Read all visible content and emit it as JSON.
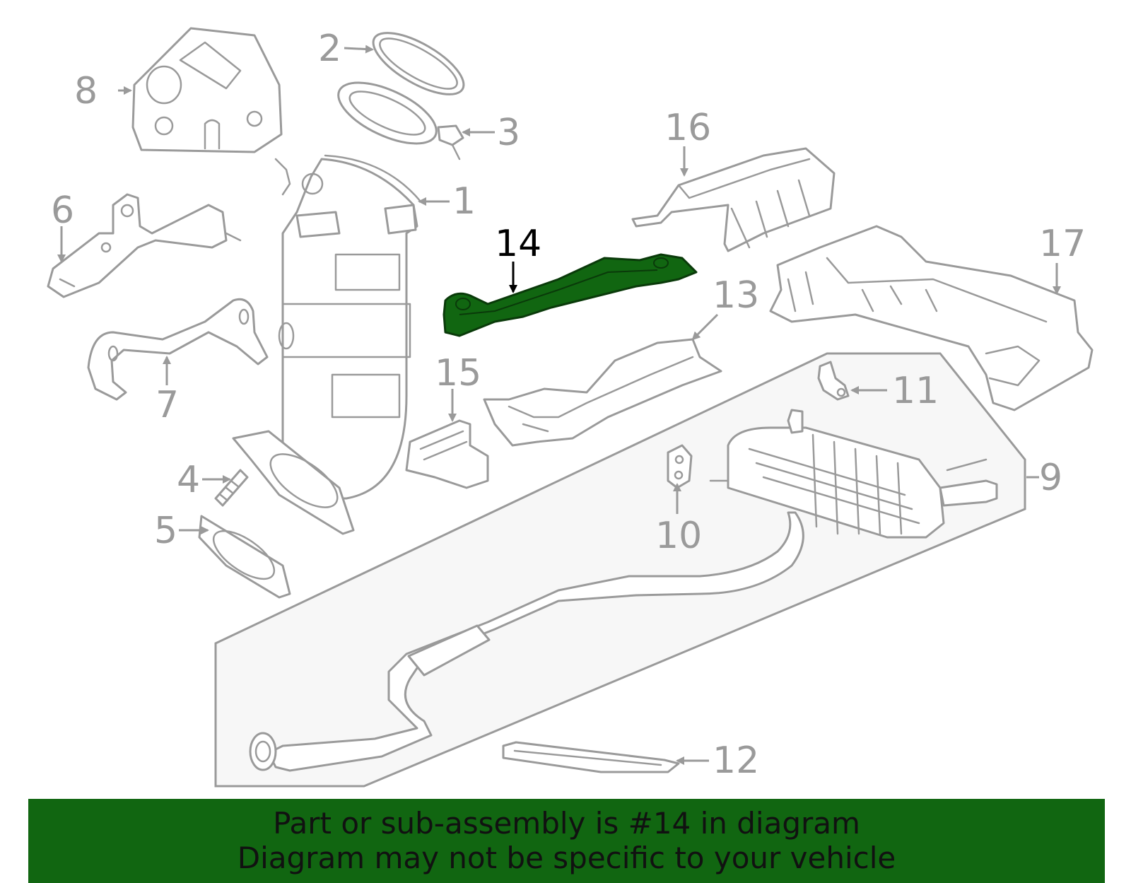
{
  "diagram": {
    "highlight_color": "#116611",
    "outline_color": "#9a9a9a",
    "highlighted_part": "14",
    "callouts": {
      "c1": "1",
      "c2": "2",
      "c3": "3",
      "c4": "4",
      "c5": "5",
      "c6": "6",
      "c7": "7",
      "c8": "8",
      "c9": "9",
      "c10": "10",
      "c11": "11",
      "c12": "12",
      "c13": "13",
      "c14": "14",
      "c15": "15",
      "c16": "16",
      "c17": "17"
    }
  },
  "banner": {
    "background": "#116611",
    "line1": "Part or sub-assembly is #14 in diagram",
    "line2": "Diagram may not be specific to your vehicle"
  }
}
